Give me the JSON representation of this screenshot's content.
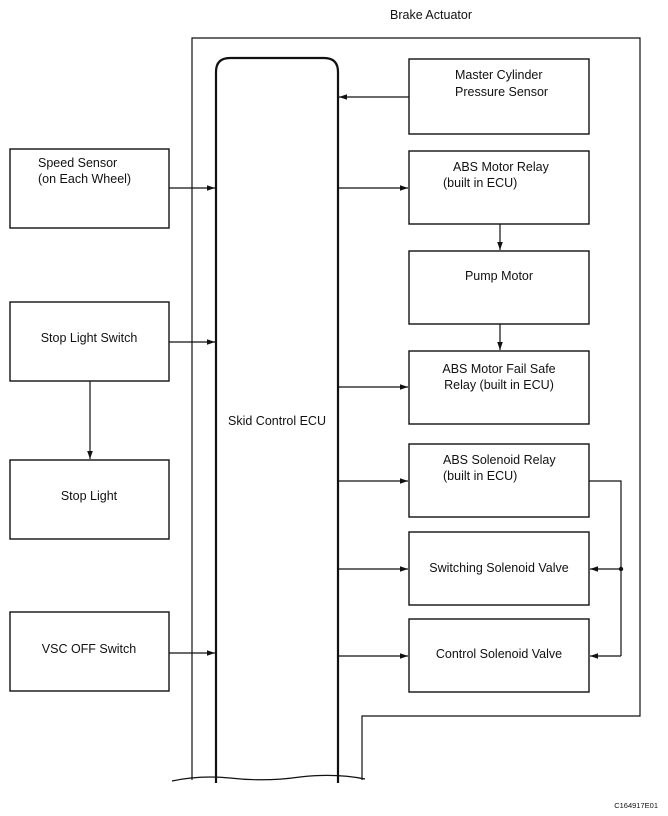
{
  "title": "Brake Actuator",
  "figure_id": "C164917E01",
  "ecu": {
    "label": "Skid Control ECU"
  },
  "inputs": [
    {
      "id": "speed-sensor",
      "lines": [
        "Speed Sensor",
        "(on Each Wheel)"
      ]
    },
    {
      "id": "stop-light-switch",
      "lines": [
        "Stop Light Switch"
      ]
    },
    {
      "id": "stop-light",
      "lines": [
        "Stop Light"
      ]
    },
    {
      "id": "vsc-off-switch",
      "lines": [
        "VSC OFF Switch"
      ]
    }
  ],
  "actuator_components": [
    {
      "id": "master-cylinder-pressure-sensor",
      "lines": [
        "Master Cylinder",
        "Pressure Sensor"
      ]
    },
    {
      "id": "abs-motor-relay",
      "lines": [
        "ABS Motor Relay",
        "(built in ECU)"
      ]
    },
    {
      "id": "pump-motor",
      "lines": [
        "Pump Motor"
      ]
    },
    {
      "id": "abs-motor-fail-safe-relay",
      "lines": [
        "ABS Motor Fail Safe",
        "Relay (built in ECU)"
      ]
    },
    {
      "id": "abs-solenoid-relay",
      "lines": [
        "ABS Solenoid Relay",
        "(built in ECU)"
      ]
    },
    {
      "id": "switching-solenoid-valve",
      "lines": [
        "Switching Solenoid Valve"
      ]
    },
    {
      "id": "control-solenoid-valve",
      "lines": [
        "Control Solenoid Valve"
      ]
    }
  ]
}
